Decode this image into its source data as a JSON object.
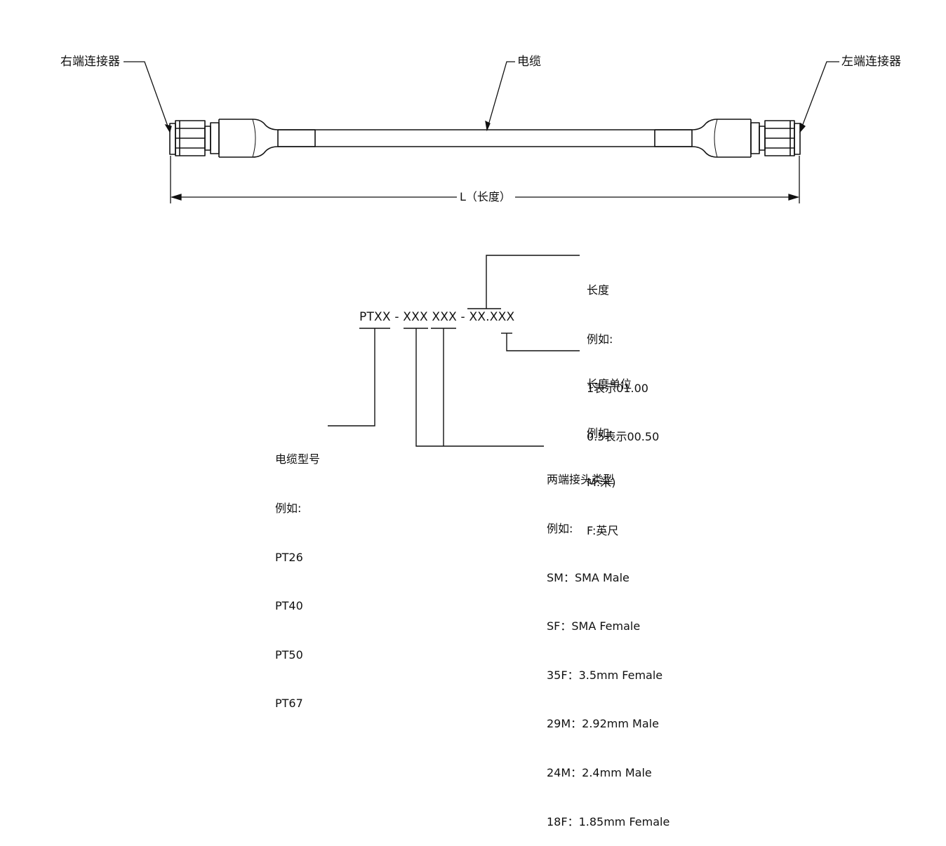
{
  "cable_drawing": {
    "right_connector_label": "右端连接器",
    "cable_label": "电缆",
    "left_connector_label": "左端连接器",
    "length_label": "L（长度）"
  },
  "part_number": {
    "code": "PTXX - XXX XXX - XX.XXX",
    "length": {
      "title": "长度",
      "example": "例如:",
      "lines": [
        "1表示01.00",
        "0.5表示00.50"
      ]
    },
    "length_unit": {
      "title": "长度单位",
      "example": "例如:",
      "lines": [
        "M:米)",
        "F:英尺"
      ]
    },
    "cable_model": {
      "title": "电缆型号",
      "example": "例如:",
      "lines": [
        "PT26",
        "PT40",
        "PT50",
        "PT67"
      ]
    },
    "connector_types": {
      "title": "两端接头类型",
      "example": "例如:",
      "lines": [
        "SM：SMA Male",
        "SF：SMA Female",
        "35F：3.5mm Female",
        "29M：2.92mm Male",
        "24M：2.4mm Male",
        "18F：1.85mm Female"
      ]
    }
  }
}
